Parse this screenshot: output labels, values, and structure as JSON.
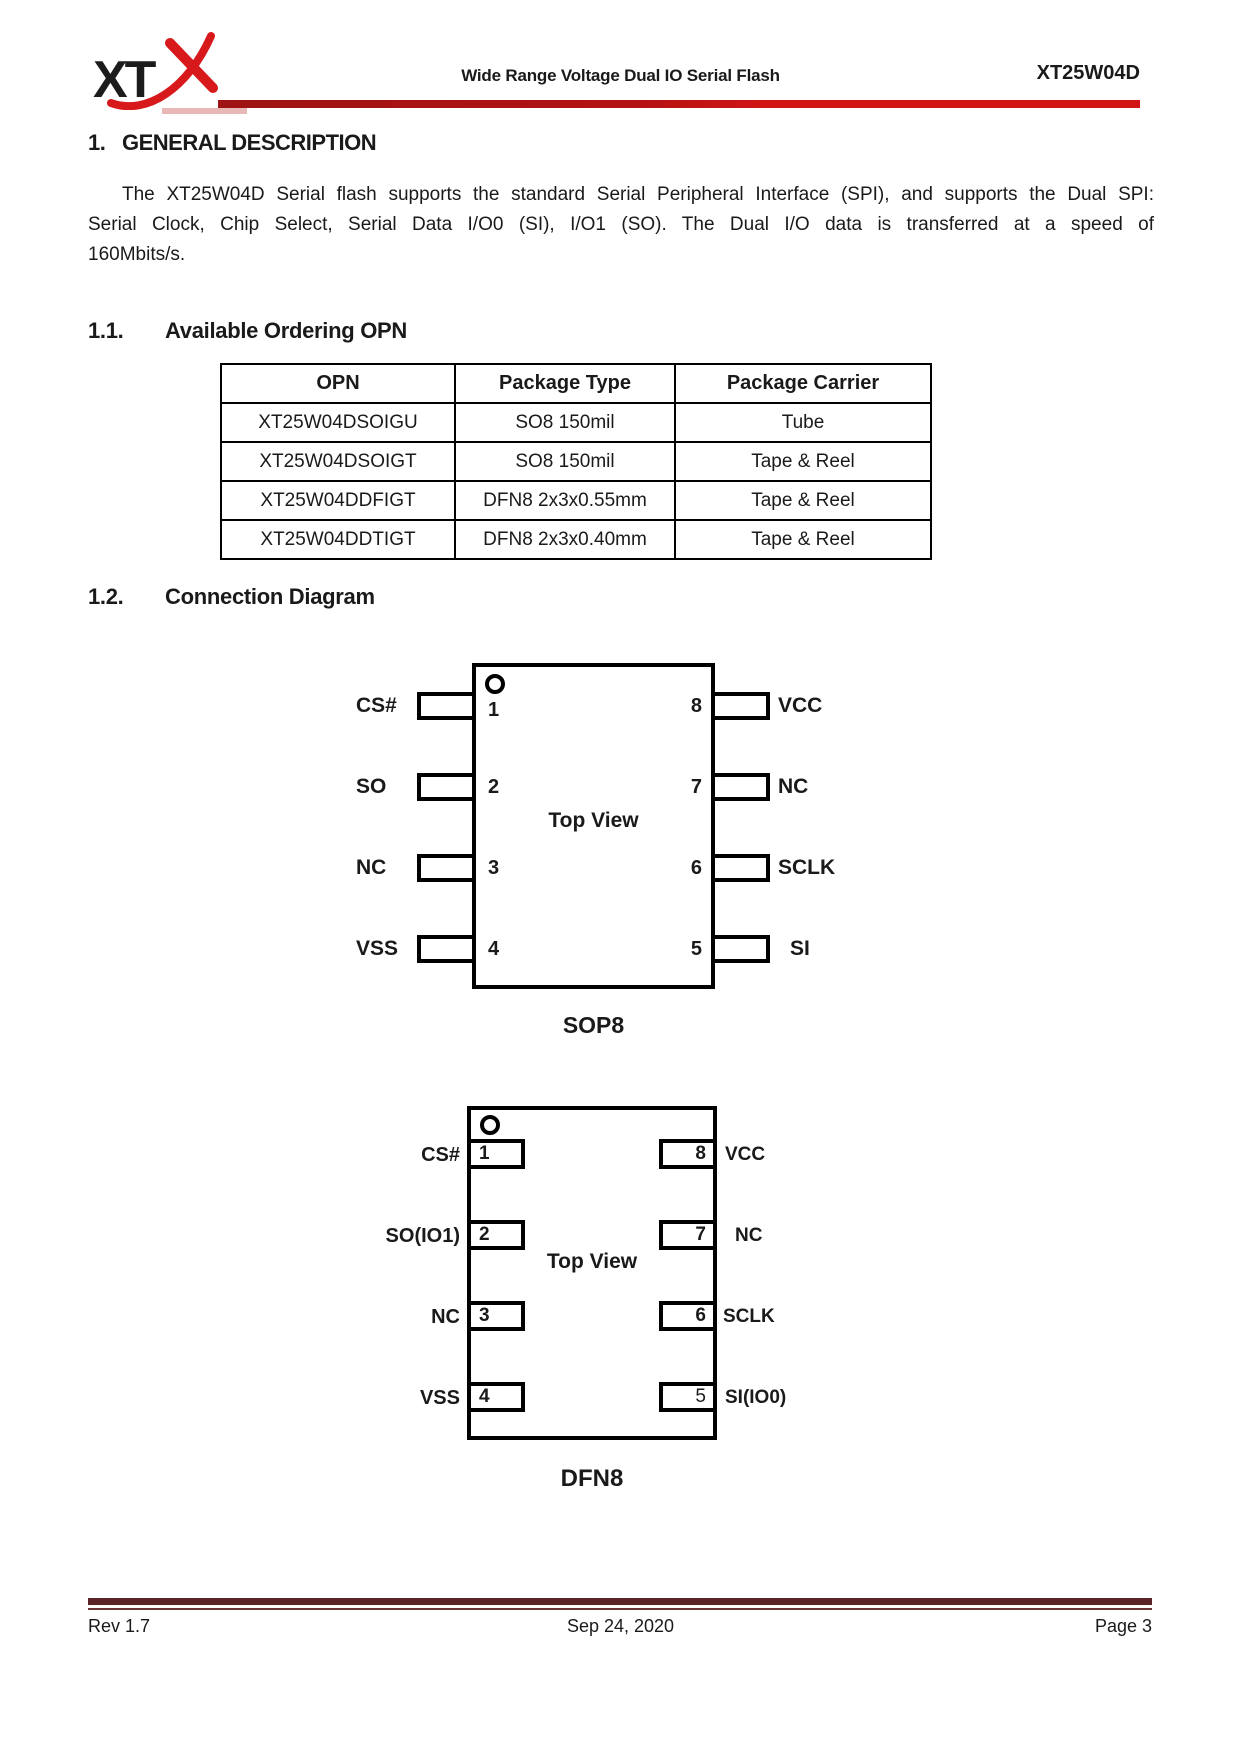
{
  "header": {
    "logo": {
      "text": "XT",
      "mark": "X"
    },
    "doc_title": "Wide Range Voltage Dual IO Serial Flash",
    "part_number": "XT25W04D"
  },
  "colors": {
    "rule_red_dark": "#9e1313",
    "rule_red_bright": "#d31414",
    "rule_pink": "#e8b8b6",
    "logo_red": "#d7191c",
    "footer_rule": "#5a2328",
    "text": "#1a1a1a"
  },
  "sections": {
    "s1": {
      "number": "1.",
      "title": "GENERAL DESCRIPTION"
    },
    "s1_paragraph_lines": [
      "The XT25W04D Serial flash supports the standard Serial Peripheral Interface (SPI), and supports the Dual SPI:",
      "Serial Clock, Chip Select, Serial Data I/O0 (SI), I/O1 (SO). The Dual I/O data is transferred at a speed of",
      "160Mbits/s."
    ],
    "s1_1": {
      "number": "1.1.",
      "title": "Available Ordering OPN"
    },
    "s1_2": {
      "number": "1.2.",
      "title": "Connection Diagram"
    }
  },
  "opn_table": {
    "headers": [
      "OPN",
      "Package Type",
      "Package Carrier"
    ],
    "rows": [
      [
        "XT25W04DSOIGU",
        "SO8 150mil",
        "Tube"
      ],
      [
        "XT25W04DSOIGT",
        "SO8 150mil",
        "Tape & Reel"
      ],
      [
        "XT25W04DDFIGT",
        "DFN8 2x3x0.55mm",
        "Tape & Reel"
      ],
      [
        "XT25W04DDTIGT",
        "DFN8 2x3x0.40mm",
        "Tape & Reel"
      ]
    ]
  },
  "sop8": {
    "top_view_label": "Top View",
    "caption": "SOP8",
    "left_pins": [
      {
        "label": "CS#",
        "num": "1"
      },
      {
        "label": "SO",
        "num": "2"
      },
      {
        "label": "NC",
        "num": "3"
      },
      {
        "label": "VSS",
        "num": "4"
      }
    ],
    "right_pins": [
      {
        "label": "VCC",
        "num": "8"
      },
      {
        "label": "NC",
        "num": "7"
      },
      {
        "label": "SCLK",
        "num": "6"
      },
      {
        "label": "SI",
        "num": "5"
      }
    ]
  },
  "dfn8": {
    "top_view_label": "Top View",
    "caption": "DFN8",
    "left_pins": [
      {
        "label": "CS#",
        "num": "1"
      },
      {
        "label": "SO(IO1)",
        "num": "2"
      },
      {
        "label": "NC",
        "num": "3"
      },
      {
        "label": "VSS",
        "num": "4"
      }
    ],
    "right_pins": [
      {
        "label": "VCC",
        "num": "8"
      },
      {
        "label": "NC",
        "num": "7"
      },
      {
        "label": "SCLK",
        "num": "6"
      },
      {
        "label": "SI(IO0)",
        "num": "5"
      }
    ]
  },
  "footer": {
    "rev": "Rev 1.7",
    "date": "Sep 24, 2020",
    "page": "Page 3"
  }
}
